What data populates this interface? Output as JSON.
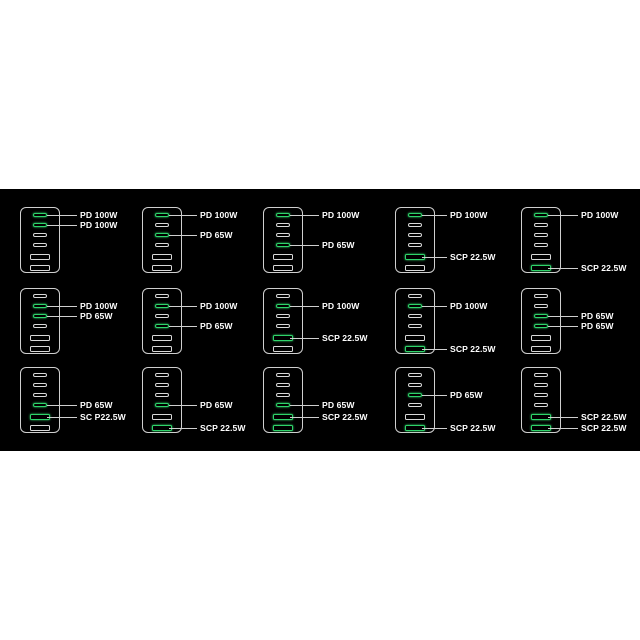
{
  "colors": {
    "background": "#000000",
    "active_port": "#2fd46a",
    "outline": "#cfcfcf"
  },
  "configs": [
    {
      "ports": [
        "c",
        "c",
        "c",
        "c",
        "a",
        "a"
      ],
      "active": [
        0,
        1
      ],
      "labels": [
        {
          "port": 0,
          "text": "PD 100W"
        },
        {
          "port": 1,
          "text": "PD 100W"
        }
      ]
    },
    {
      "ports": [
        "c",
        "c",
        "c",
        "c",
        "a",
        "a"
      ],
      "active": [
        0,
        2
      ],
      "labels": [
        {
          "port": 0,
          "text": "PD 100W"
        },
        {
          "port": 2,
          "text": "PD 65W"
        }
      ]
    },
    {
      "ports": [
        "c",
        "c",
        "c",
        "c",
        "a",
        "a"
      ],
      "active": [
        0,
        3
      ],
      "labels": [
        {
          "port": 0,
          "text": "PD 100W"
        },
        {
          "port": 3,
          "text": "PD 65W"
        }
      ]
    },
    {
      "ports": [
        "c",
        "c",
        "c",
        "c",
        "a",
        "a"
      ],
      "active": [
        0,
        4
      ],
      "labels": [
        {
          "port": 0,
          "text": "PD 100W"
        },
        {
          "port": 4,
          "text": "SCP 22.5W"
        }
      ]
    },
    {
      "ports": [
        "c",
        "c",
        "c",
        "c",
        "a",
        "a"
      ],
      "active": [
        0,
        5
      ],
      "labels": [
        {
          "port": 0,
          "text": "PD 100W"
        },
        {
          "port": 5,
          "text": "SCP 22.5W"
        }
      ]
    },
    {
      "ports": [
        "c",
        "c",
        "c",
        "c",
        "a",
        "a"
      ],
      "active": [
        1,
        2
      ],
      "labels": [
        {
          "port": 1,
          "text": "PD 100W"
        },
        {
          "port": 2,
          "text": "PD 65W"
        }
      ]
    },
    {
      "ports": [
        "c",
        "c",
        "c",
        "c",
        "a",
        "a"
      ],
      "active": [
        1,
        3
      ],
      "labels": [
        {
          "port": 1,
          "text": "PD 100W"
        },
        {
          "port": 3,
          "text": "PD 65W"
        }
      ]
    },
    {
      "ports": [
        "c",
        "c",
        "c",
        "c",
        "a",
        "a"
      ],
      "active": [
        1,
        4
      ],
      "labels": [
        {
          "port": 1,
          "text": "PD 100W"
        },
        {
          "port": 4,
          "text": "SCP 22.5W"
        }
      ]
    },
    {
      "ports": [
        "c",
        "c",
        "c",
        "c",
        "a",
        "a"
      ],
      "active": [
        1,
        5
      ],
      "labels": [
        {
          "port": 1,
          "text": "PD 100W"
        },
        {
          "port": 5,
          "text": "SCP 22.5W"
        }
      ]
    },
    {
      "ports": [
        "c",
        "c",
        "c",
        "c",
        "a",
        "a"
      ],
      "active": [
        2,
        3
      ],
      "labels": [
        {
          "port": 2,
          "text": "PD 65W"
        },
        {
          "port": 3,
          "text": "PD 65W"
        }
      ]
    },
    {
      "ports": [
        "c",
        "c",
        "c",
        "c",
        "a",
        "a"
      ],
      "active": [
        3,
        4
      ],
      "labels": [
        {
          "port": 3,
          "text": "PD 65W"
        },
        {
          "port": 4,
          "text": "SC P22.5W"
        }
      ]
    },
    {
      "ports": [
        "c",
        "c",
        "c",
        "c",
        "a",
        "a"
      ],
      "active": [
        3,
        5
      ],
      "labels": [
        {
          "port": 3,
          "text": "PD 65W"
        },
        {
          "port": 5,
          "text": "SCP 22.5W"
        }
      ]
    },
    {
      "ports": [
        "c",
        "c",
        "c",
        "c",
        "a",
        "a"
      ],
      "active": [
        3,
        4,
        5
      ],
      "labels": [
        {
          "port": 3,
          "text": "PD 65W"
        },
        {
          "port": 4,
          "text": "SCP 22.5W"
        }
      ]
    },
    {
      "ports": [
        "c",
        "c",
        "c",
        "c",
        "a",
        "a"
      ],
      "active": [
        2,
        5
      ],
      "labels": [
        {
          "port": 2,
          "text": "PD 65W"
        },
        {
          "port": 5,
          "text": "SCP 22.5W"
        }
      ]
    },
    {
      "ports": [
        "c",
        "c",
        "c",
        "c",
        "a",
        "a"
      ],
      "active": [
        4,
        5
      ],
      "labels": [
        {
          "port": 4,
          "text": "SCP 22.5W"
        },
        {
          "port": 5,
          "text": "SCP 22.5W"
        }
      ]
    }
  ]
}
